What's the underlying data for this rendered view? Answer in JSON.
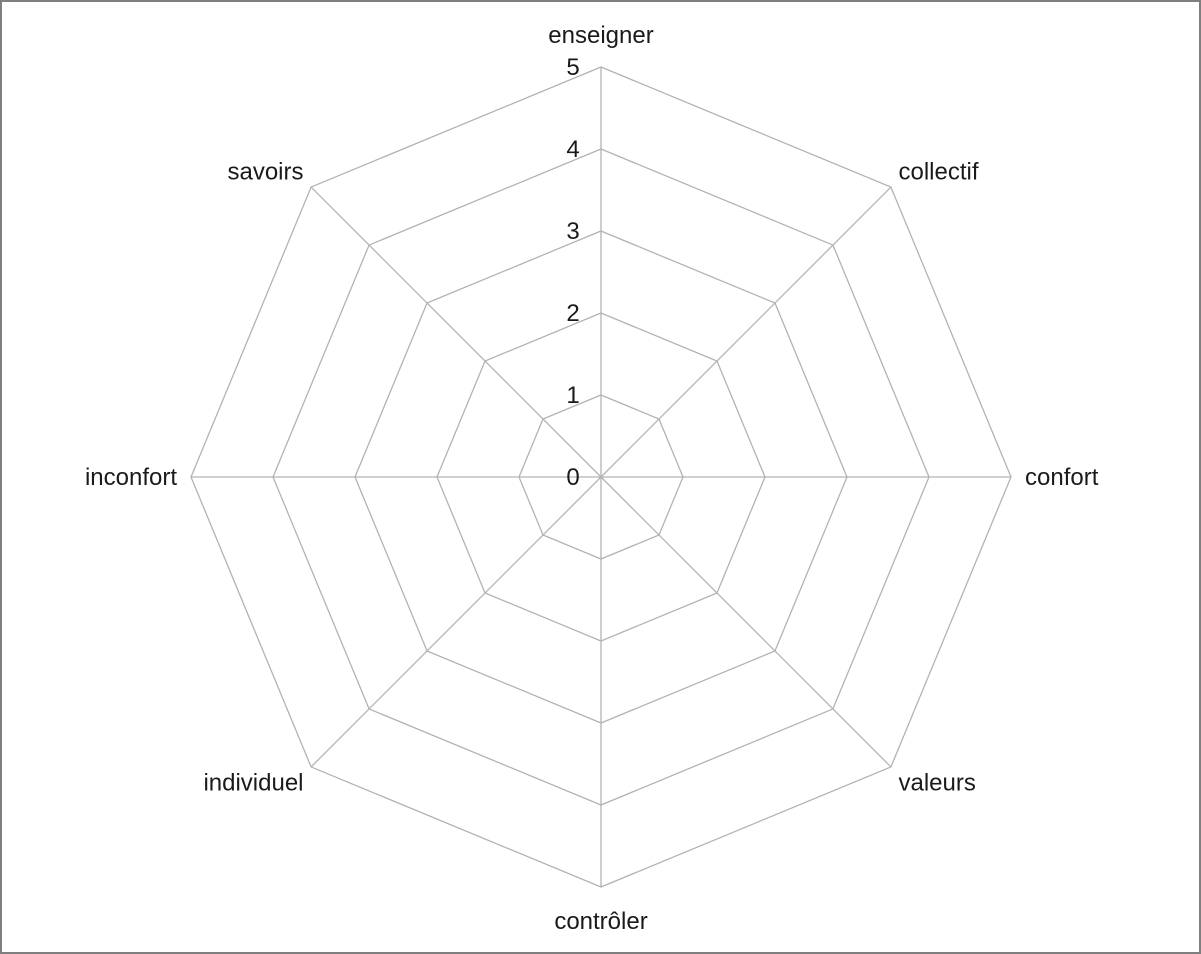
{
  "chart_data": {
    "type": "radar",
    "categories": [
      "enseigner",
      "collectif",
      "confort",
      "valeurs",
      "contrôler",
      "individuel",
      "inconfort",
      "savoirs"
    ],
    "rlim": [
      0,
      5
    ],
    "ticks": [
      "0",
      "1",
      "2",
      "3",
      "4",
      "5"
    ],
    "series": [],
    "grid": true,
    "legend": "none",
    "colors": {
      "grid": "#b3b3b3",
      "frame": "#7f7f7f",
      "text": "#1a1a1a"
    }
  }
}
